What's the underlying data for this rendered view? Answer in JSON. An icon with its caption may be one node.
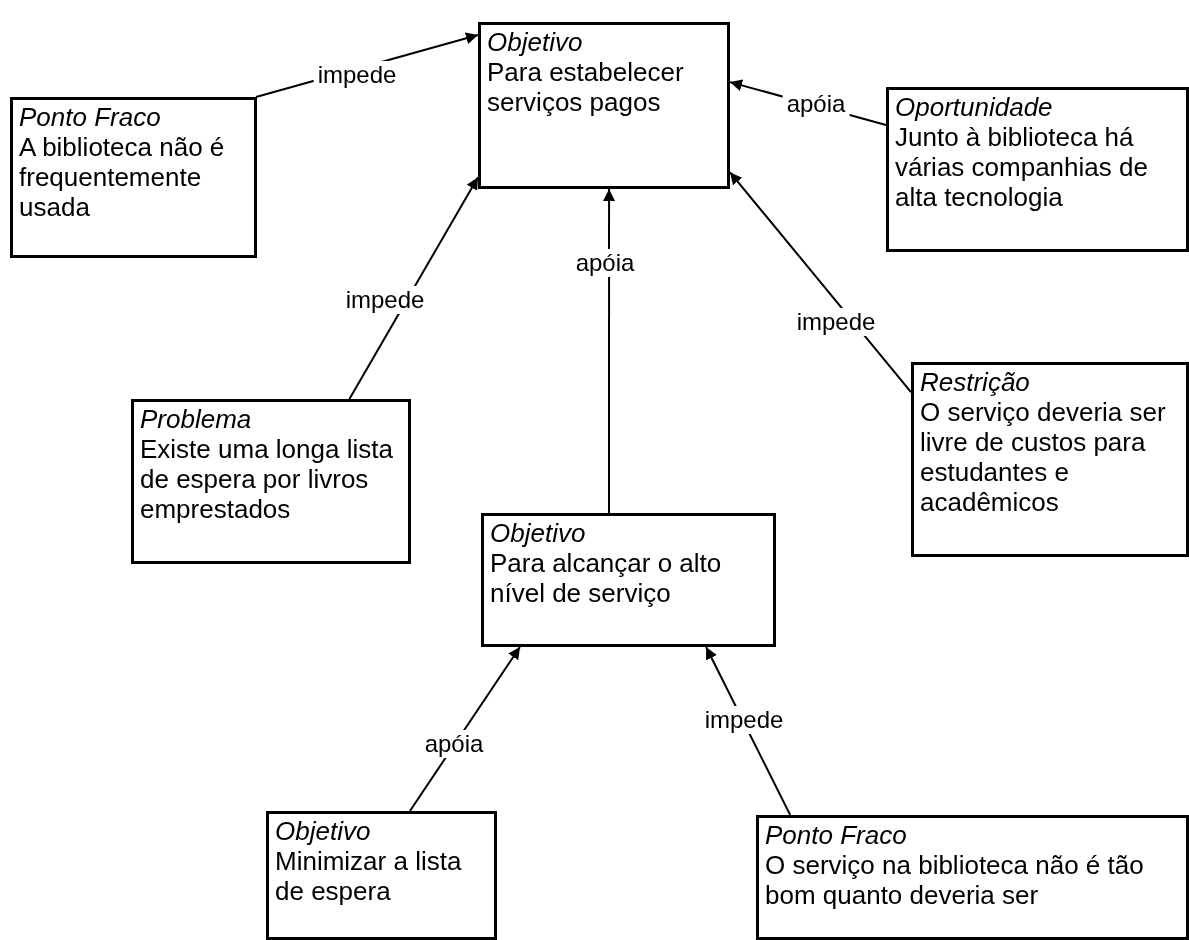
{
  "diagram": {
    "nodes": [
      {
        "text": [
          "Objetivo",
          "Para estabelecer serviços pagos"
        ]
      },
      {
        "text": [
          "Ponto Fraco",
          "A biblioteca não é frequentemente usada"
        ]
      },
      {
        "text": [
          "Oportunidade",
          "Junto à biblioteca há várias companhias de alta tecnologia"
        ]
      },
      {
        "text": [
          "Problema",
          "Existe uma longa lista de espera por livros emprestados"
        ]
      },
      {
        "text": [
          "Restrição",
          "O serviço deveria ser livre de custos para estudantes e acadêmicos"
        ]
      },
      {
        "text": [
          "Objetivo",
          "Para alcançar o alto nível de serviço"
        ]
      },
      {
        "text": [
          "Objetivo",
          "Minimizar a lista de espera"
        ]
      },
      {
        "text": [
          "Ponto Fraco",
          "O serviço na biblioteca não é tão bom quanto deveria ser"
        ]
      }
    ],
    "edges": [
      {
        "from": 1,
        "to": 0,
        "arrow": "to",
        "label": "impede"
      },
      {
        "from": 2,
        "to": 0,
        "arrow": "to",
        "label": "apóia"
      },
      {
        "from": 3,
        "to": 0,
        "arrow": "to",
        "label": "impede"
      },
      {
        "from": 5,
        "to": 0,
        "arrow": "to",
        "label": "apóia"
      },
      {
        "from": 4,
        "to": 0,
        "arrow": "to",
        "label": "impede"
      },
      {
        "from": 6,
        "to": 5,
        "arrow": "to",
        "label": "apóia"
      },
      {
        "from": 7,
        "to": 5,
        "arrow": "to",
        "label": "impede"
      }
    ]
  }
}
